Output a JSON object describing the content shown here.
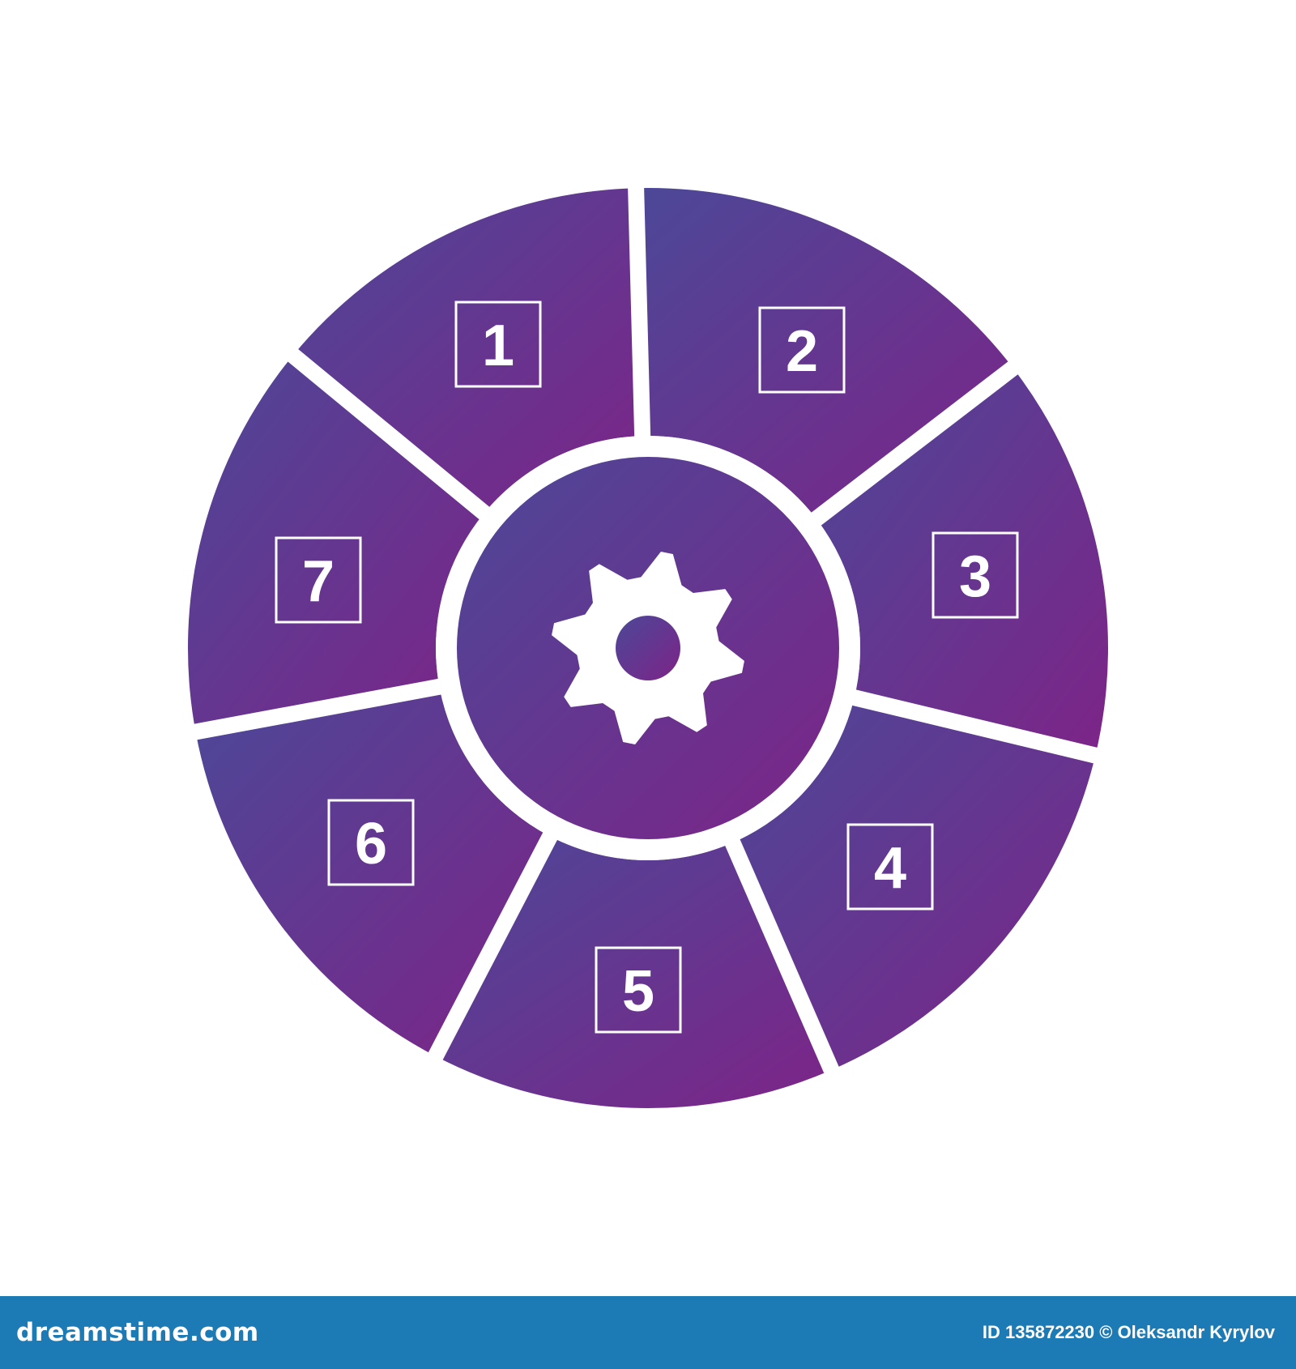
{
  "colors": {
    "gradient_start": "#4c4898",
    "gradient_end": "#7d2487",
    "separator": "#ffffff",
    "footer_background": "#1c7ab5",
    "watermark": "#ffffff"
  },
  "diagram": {
    "segments": [
      {
        "label": "1"
      },
      {
        "label": "2"
      },
      {
        "label": "3"
      },
      {
        "label": "4"
      },
      {
        "label": "5"
      },
      {
        "label": "6"
      },
      {
        "label": "7"
      }
    ],
    "center_icon": "gear-icon"
  },
  "watermark": {
    "text": "dreamstime",
    "icon": "spiral-icon"
  },
  "footer": {
    "site": "dreamstime.com",
    "credit": "ID 135872230 © Oleksandr Kyrylov"
  }
}
